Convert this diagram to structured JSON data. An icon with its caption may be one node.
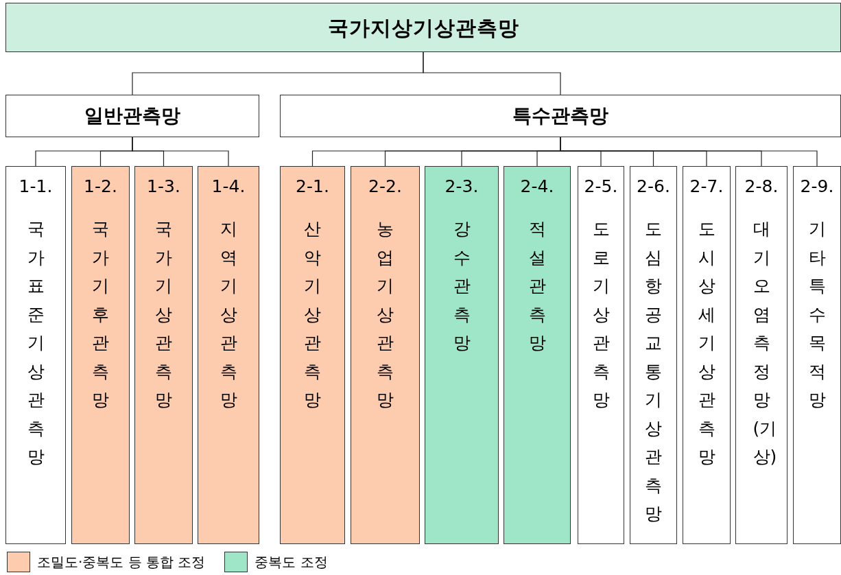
{
  "diagram": {
    "nodes": [
      {
        "text": [
          "국가지상기상관측망"
        ]
      },
      {
        "text": [
          "일반관측망"
        ]
      },
      {
        "text": [
          "특수관측망"
        ]
      },
      {
        "text": [
          "1-1.",
          "국가표준기상관측망"
        ]
      },
      {
        "text": [
          "1-2.",
          "국가기후관측망"
        ]
      },
      {
        "text": [
          "1-3.",
          "국가기상관측망"
        ]
      },
      {
        "text": [
          "1-4.",
          "지역기상관측망"
        ]
      },
      {
        "text": [
          "2-1.",
          "산악기상관측망"
        ]
      },
      {
        "text": [
          "2-2.",
          "농업기상관측망"
        ]
      },
      {
        "text": [
          "2-3.",
          "강수관측망"
        ]
      },
      {
        "text": [
          "2-4.",
          "적설관측망"
        ]
      },
      {
        "text": [
          "2-5.",
          "도로기상관측망"
        ]
      },
      {
        "text": [
          "2-6.",
          "도심항공교통기상관측망"
        ]
      },
      {
        "text": [
          "2-7.",
          "도시상세기상관측망"
        ]
      },
      {
        "text": [
          "2-8.",
          "대기오염측정망(기상)"
        ]
      },
      {
        "text": [
          "2-9.",
          "기타특수목적망"
        ]
      }
    ],
    "edges": [
      {
        "from": 0,
        "to": 1,
        "arrow": "none"
      },
      {
        "from": 0,
        "to": 2,
        "arrow": "none"
      },
      {
        "from": 1,
        "to": 3,
        "arrow": "none"
      },
      {
        "from": 1,
        "to": 4,
        "arrow": "none"
      },
      {
        "from": 1,
        "to": 5,
        "arrow": "none"
      },
      {
        "from": 1,
        "to": 6,
        "arrow": "none"
      },
      {
        "from": 2,
        "to": 7,
        "arrow": "none"
      },
      {
        "from": 2,
        "to": 8,
        "arrow": "none"
      },
      {
        "from": 2,
        "to": 9,
        "arrow": "none"
      },
      {
        "from": 2,
        "to": 10,
        "arrow": "none"
      },
      {
        "from": 2,
        "to": 11,
        "arrow": "none"
      },
      {
        "from": 2,
        "to": 12,
        "arrow": "none"
      },
      {
        "from": 2,
        "to": 13,
        "arrow": "none"
      },
      {
        "from": 2,
        "to": 14,
        "arrow": "none"
      },
      {
        "from": 2,
        "to": 15,
        "arrow": "none"
      }
    ],
    "legend": [
      {
        "text": "조밀도·중복도 등 통합 조정",
        "color": "#fdcbae"
      },
      {
        "text": "중복도 조정",
        "color": "#9fe6c8"
      }
    ]
  }
}
